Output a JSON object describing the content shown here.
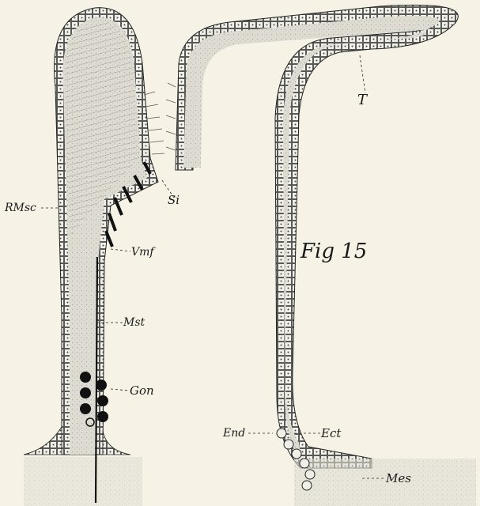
{
  "figure": {
    "title": "Fig 15",
    "labels": {
      "t": "T",
      "si": "Si",
      "rmsc": "RMsc",
      "vmf": "Vmf",
      "mst": "Mst",
      "gon": "Gon",
      "end": "End",
      "ect": "Ect",
      "mes": "Mes"
    }
  },
  "colors": {
    "paper": "#f6f3e6",
    "ink": "#1a1a1a",
    "stipple": "#dcdcd4",
    "cell_fill": "#f2f2ea"
  }
}
